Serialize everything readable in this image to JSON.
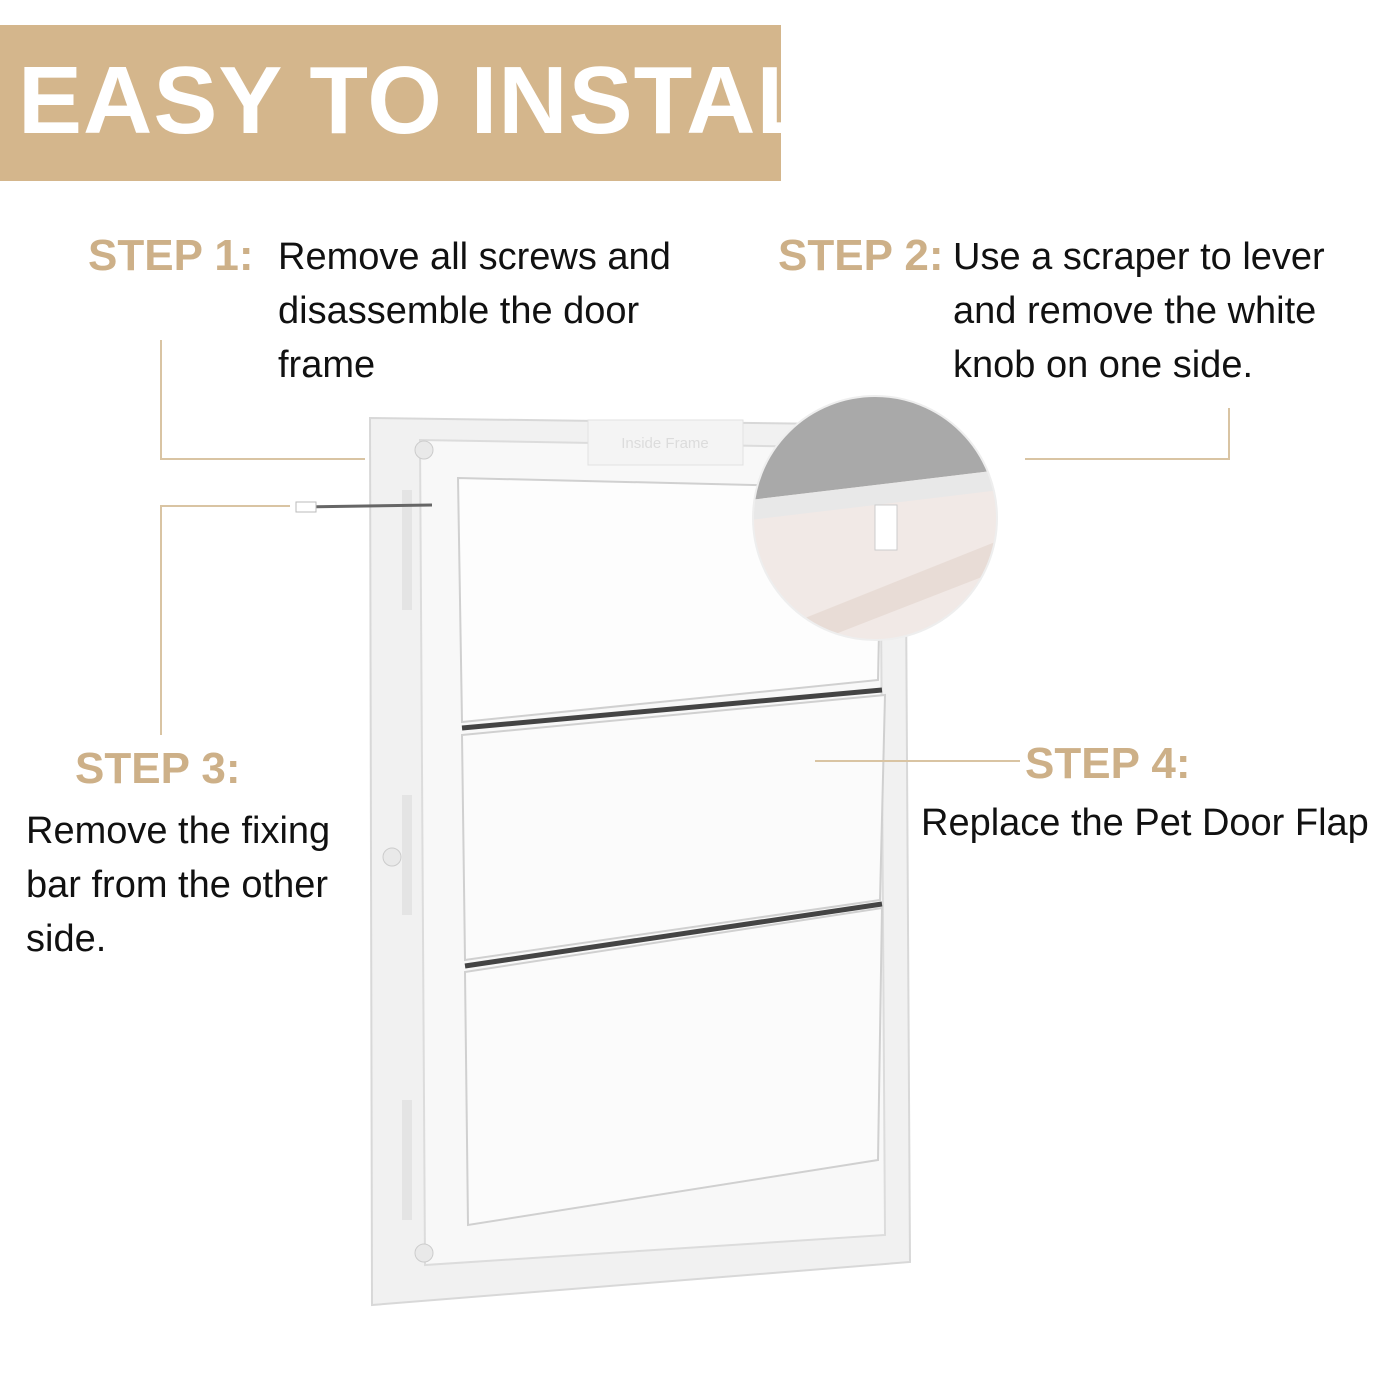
{
  "banner": {
    "title": "EASY TO INSTALL"
  },
  "steps": [
    {
      "label": "STEP 1:",
      "text": "Remove all screws and disassemble the door frame"
    },
    {
      "label": "STEP 2:",
      "text": "Use a scraper to lever and remove the white knob on one side."
    },
    {
      "label": "STEP 3:",
      "text": "Remove the fixing bar from the other side."
    },
    {
      "label": "STEP 4:",
      "text": "Replace the Pet Door Flap"
    }
  ],
  "product": {
    "frame_emboss": "Inside Frame"
  },
  "colors": {
    "accent": "#d4b68c",
    "label": "#cdb088",
    "line": "#d9c4a3"
  }
}
